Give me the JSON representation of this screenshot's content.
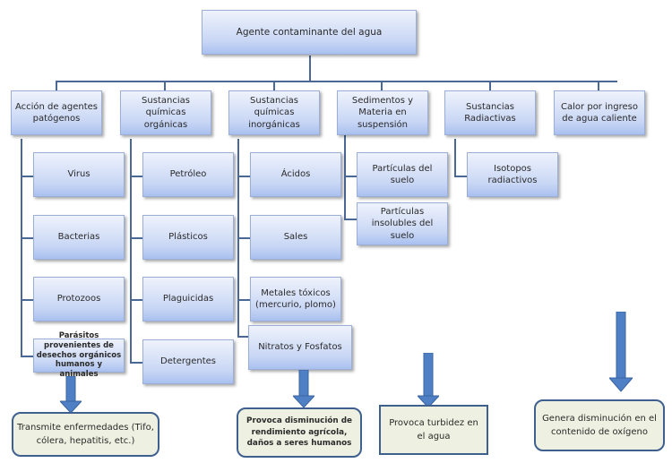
{
  "root": "Agente contaminante del agua",
  "categories": [
    {
      "label": "Acción de agentes patógenos",
      "items": [
        "Virus",
        "Bacterias",
        "Protozoos",
        "Parásitos provenientes de desechos orgánicos humanos y animales"
      ]
    },
    {
      "label": "Sustancias químicas orgánicas",
      "items": [
        "Petróleo",
        "Plásticos",
        "Plaguicidas",
        "Detergentes"
      ]
    },
    {
      "label": "Sustancias químicas inorgánicas",
      "items": [
        "Ácidos",
        "Sales",
        "Metales tóxicos (mercurio, plomo)",
        "Nitratos y Fosfatos"
      ]
    },
    {
      "label": "Sedimentos y Materia en suspensión",
      "items": [
        "Partículas del suelo",
        "Partículas insolubles del suelo"
      ]
    },
    {
      "label": "Sustancias Radiactivas",
      "items": [
        "Isotopos  radiactivos"
      ]
    },
    {
      "label": "Calor por ingreso de agua caliente",
      "items": []
    }
  ],
  "effects": [
    "Transmite enfermedades (Tifo, cólera, hepatitis, etc.)",
    "Provoca disminución de rendimiento agrícola, daños a seres humanos",
    "Provoca turbidez en el agua",
    "Genera disminución en el contenido de oxígeno"
  ],
  "colors": {
    "box_top": "#eef2fc",
    "box_bottom": "#a9c0ef",
    "connector": "#4a6896",
    "arrow": "#4f7fc4",
    "effect_fill": "#eef1e2",
    "effect_border": "#3f5f8e"
  }
}
